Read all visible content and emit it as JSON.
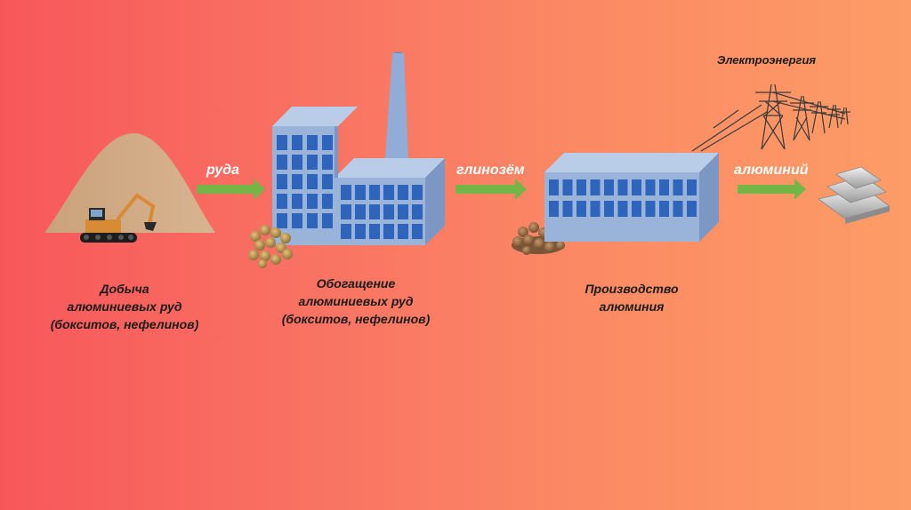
{
  "stages": {
    "mining": {
      "caption_lines": [
        "Добыча",
        "алюминиевых руд",
        "(бокситов, нефелинов)"
      ]
    },
    "enrichment": {
      "caption_lines": [
        "Обогащение",
        "алюминиевых руд",
        "(бокситов, нефелинов)"
      ]
    },
    "production": {
      "caption_lines": [
        "Производство",
        "алюминия"
      ]
    }
  },
  "flow": {
    "ore": "руда",
    "alumina": "глинозём",
    "aluminium": "алюминий"
  },
  "power_label": "Электроэнергия",
  "colors": {
    "background_left": "#f8575a",
    "background_right": "#fd9c66",
    "arrow": "#74b548",
    "flow_label": "#ffffff",
    "building_front": "#99b3d9",
    "building_side": "#7c97c3",
    "window": "#2f64bd",
    "caption": "#1c1c1c"
  },
  "icons": [
    "excavator-icon",
    "power-line-icon",
    "aluminium-ingot-icon",
    "bauxite-pile-icon",
    "alumina-pile-icon"
  ]
}
